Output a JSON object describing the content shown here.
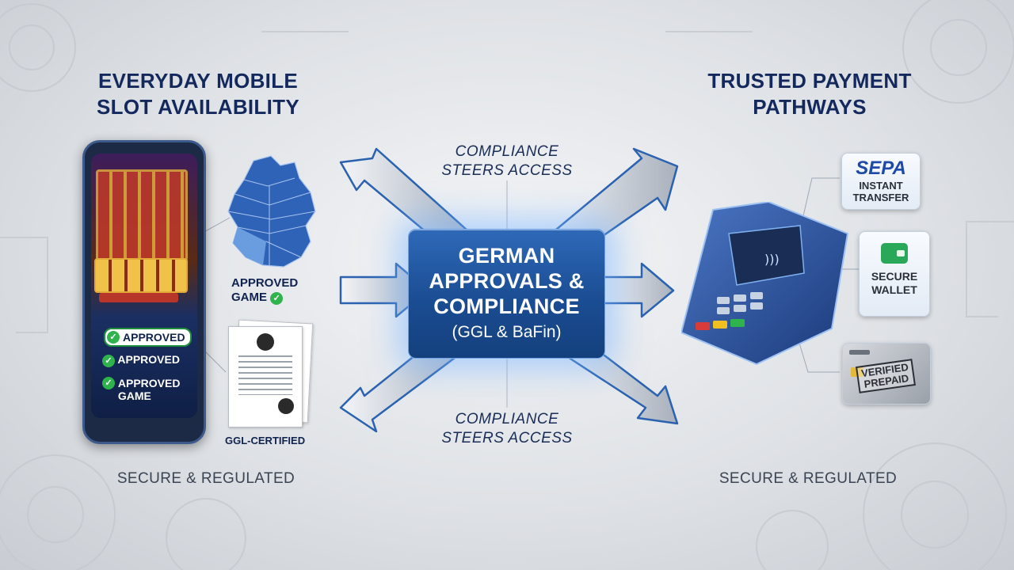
{
  "left": {
    "heading_line1": "EVERYDAY MOBILE",
    "heading_line2": "SLOT AVAILABILITY",
    "approved_badges": [
      "APPROVED",
      "APPROVED",
      "APPROVED GAME"
    ],
    "map_label_line1": "APPROVED",
    "map_label_line2": "GAME",
    "cert_label": "GGL-CERTIFIED",
    "footer": "SECURE & REGULATED"
  },
  "center": {
    "title_line1": "GERMAN",
    "title_line2": "APPROVALS &",
    "title_line3": "COMPLIANCE",
    "subtitle": "(GGL & BaFin)",
    "top_caption_line1": "COMPLIANCE",
    "top_caption_line2": "STEERS ACCESS",
    "bottom_caption_line1": "COMPLIANCE",
    "bottom_caption_line2": "STEERS ACCESS"
  },
  "right": {
    "heading_line1": "TRUSTED PAYMENT",
    "heading_line2": "PATHWAYS",
    "sepa_logo": "SEPA",
    "sepa_line1": "INSTANT",
    "sepa_line2": "TRANSFER",
    "wallet_line1": "SECURE",
    "wallet_line2": "WALLET",
    "prepaid_line1": "VERIFIED",
    "prepaid_line2": "PREPAID",
    "footer": "SECURE & REGULATED"
  },
  "icons": [
    "phone-icon",
    "germany-map-icon",
    "certificate-icon",
    "card-terminal-icon",
    "wallet-icon",
    "prepaid-card-icon",
    "check-icon",
    "arrow-icon"
  ],
  "colors": {
    "navy": "#13285c",
    "accent_blue": "#1b4d93",
    "check_green": "#2fb34d"
  }
}
